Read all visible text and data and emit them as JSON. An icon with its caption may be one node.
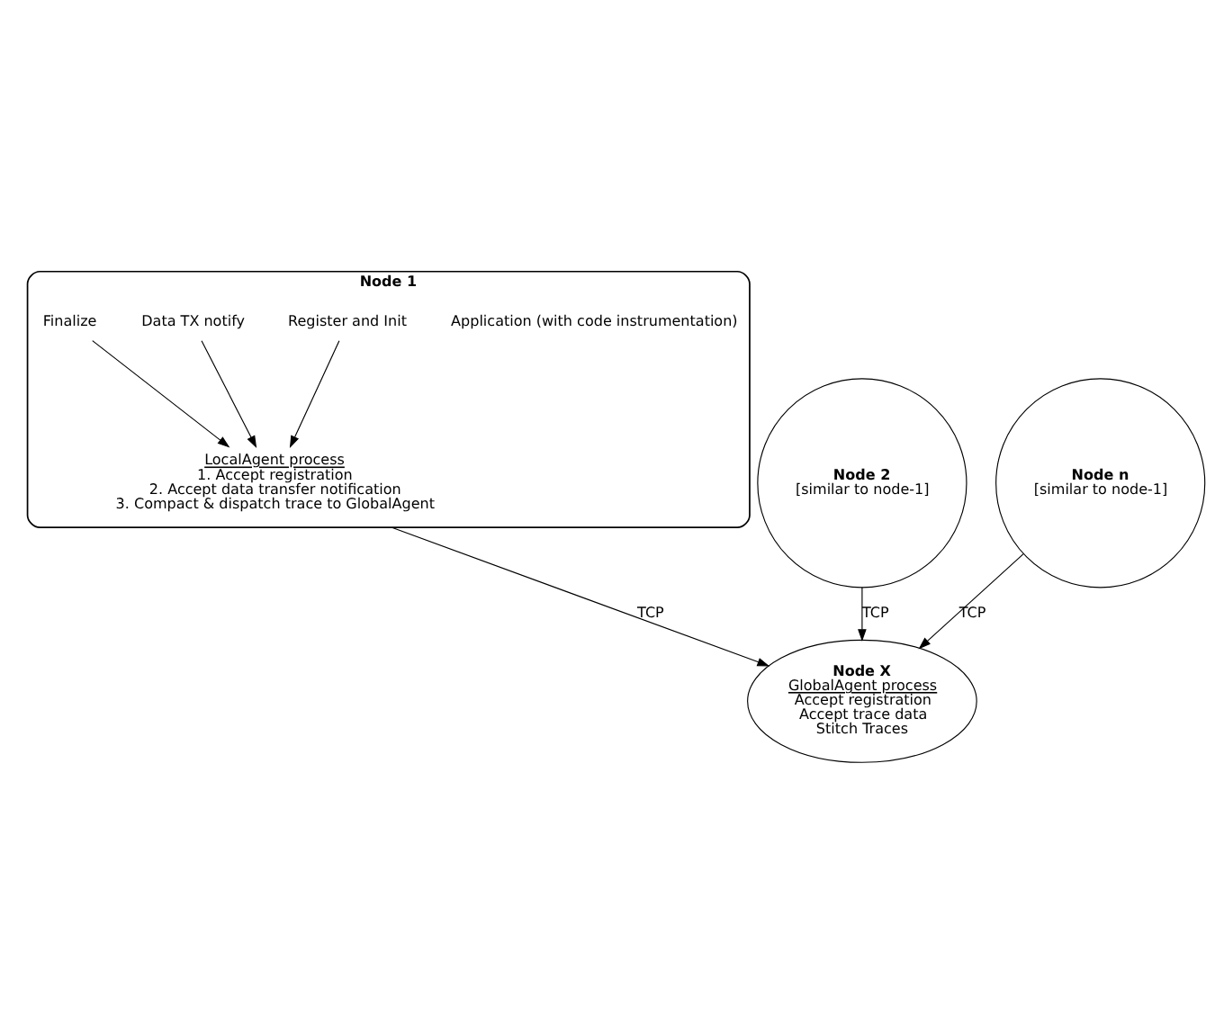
{
  "diagram": {
    "nodes": [
      {
        "text": [
          "Node 1"
        ]
      },
      {
        "text": [
          "Application (with code instrumentation)"
        ],
        "in": 0
      },
      {
        "text": [
          "Register and Init"
        ],
        "in": 0
      },
      {
        "text": [
          "Data TX notify"
        ],
        "in": 0
      },
      {
        "text": [
          "Finalize"
        ],
        "in": 0
      },
      {
        "text": [
          "LocalAgent process",
          "1. Accept registration",
          "2. Accept data transfer notification",
          "3. Compact & dispatch trace to GlobalAgent"
        ],
        "in": 0
      },
      {
        "text": [
          "Node 2",
          "[similar to node-1]"
        ]
      },
      {
        "text": [
          "Node n",
          "[similar to node-1]"
        ]
      },
      {
        "text": [
          "Node X",
          "GlobalAgent process",
          "Accept registration",
          "Accept trace data",
          "Stitch Traces"
        ]
      }
    ],
    "edges": [
      {
        "from": 2,
        "to": 5,
        "arrow": "to"
      },
      {
        "from": 3,
        "to": 5,
        "arrow": "to"
      },
      {
        "from": 4,
        "to": 5,
        "arrow": "to"
      },
      {
        "from": 6,
        "to": 8,
        "arrow": "to",
        "label": "TCP"
      },
      {
        "from": 7,
        "to": 8,
        "arrow": "to",
        "label": "TCP"
      },
      {
        "from": 0,
        "to": 8,
        "arrow": "to",
        "label": "TCP"
      }
    ]
  }
}
